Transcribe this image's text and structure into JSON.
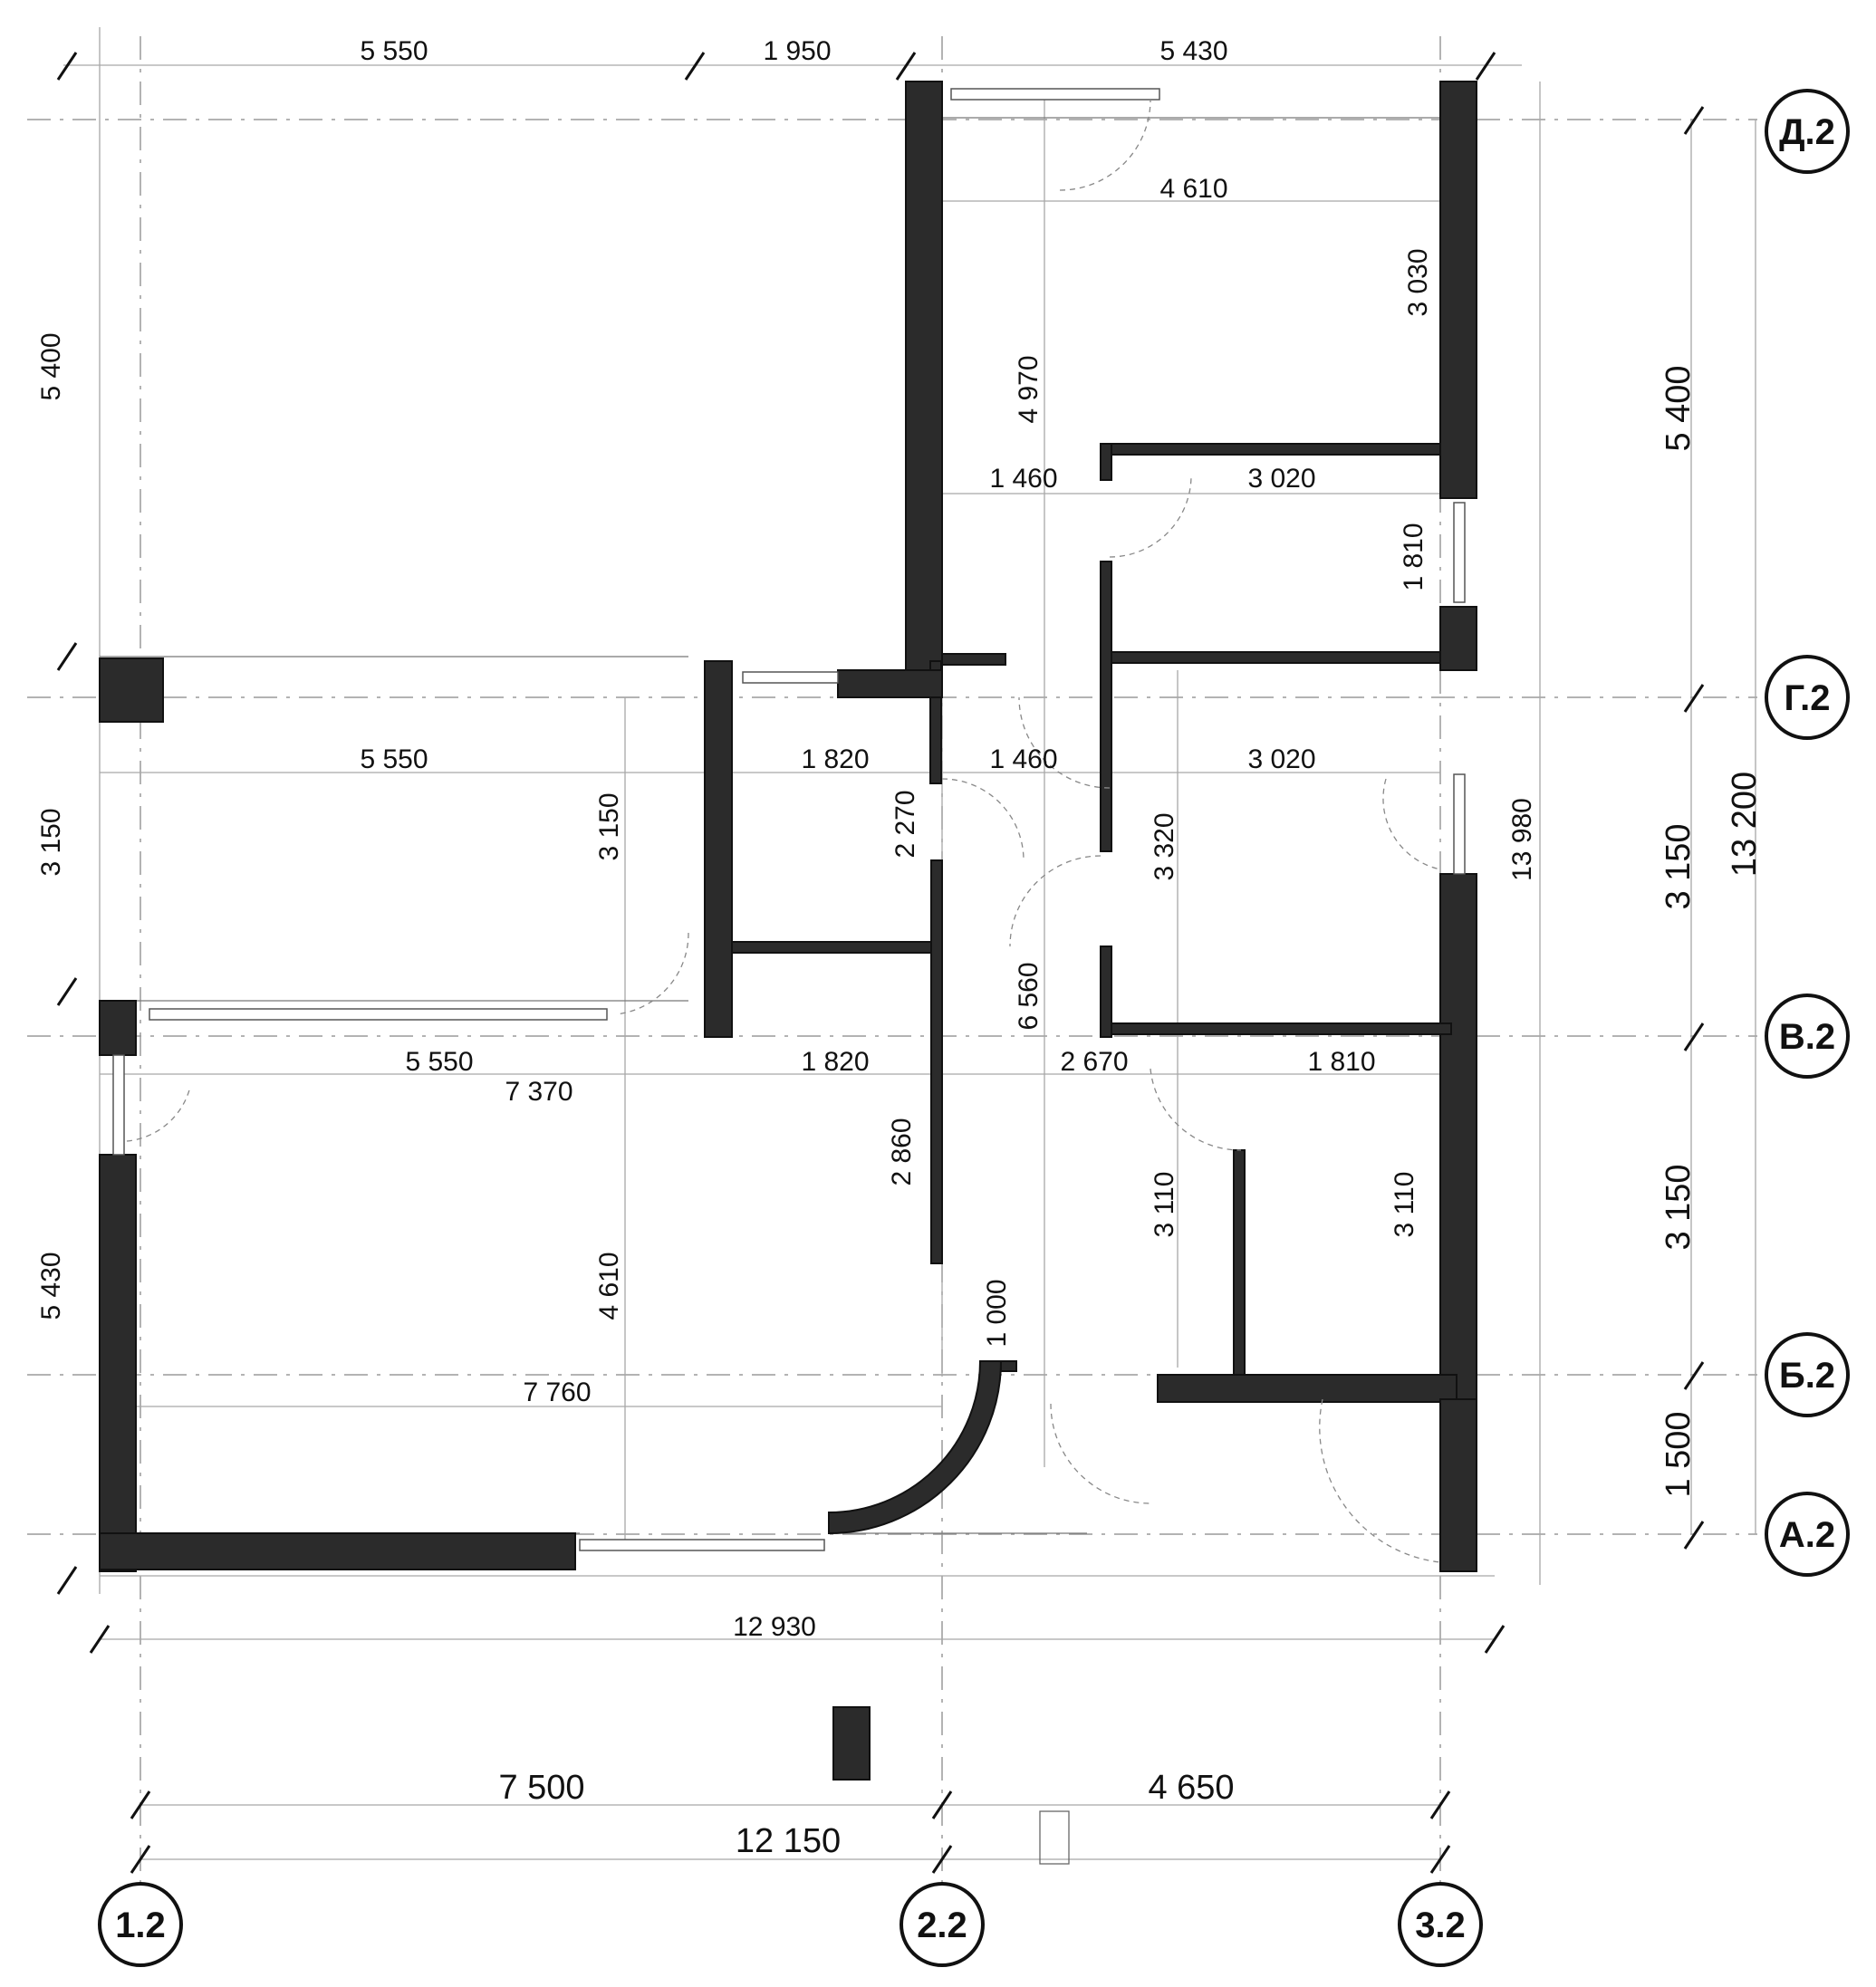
{
  "axes": {
    "rows": [
      "Д.2",
      "Г.2",
      "В.2",
      "Б.2",
      "А.2"
    ],
    "columns": [
      "1.2",
      "2.2",
      "3.2"
    ]
  },
  "dimensions": {
    "top_left": "5 550",
    "top_mid": "1 950",
    "top_right": "5 430",
    "d_4610": "4 610",
    "v_3030": "3 030",
    "v_4970": "4 970",
    "left_5400": "5 400",
    "right_5400": "5 400",
    "r_1460": "1 460",
    "r_3020": "3 020",
    "v_1810": "1 810",
    "g_5550": "5 550",
    "g_1820": "1 820",
    "g_1460": "1 460",
    "g_3020": "3 020",
    "left_3150": "3 150",
    "v_3150": "3 150",
    "v_2270": "2 270",
    "v_3320": "3 320",
    "v_13980": "13 980",
    "right_3150a": "3 150",
    "right_13200": "13 200",
    "v_6560": "6 560",
    "b_5550": "5 550",
    "b_1820": "1 820",
    "b_2670": "2 670",
    "b_1810": "1 810",
    "b_7370": "7 370",
    "v_2860": "2 860",
    "v_3110a": "3 110",
    "v_3110b": "3 110",
    "right_3150b": "3 150",
    "left_5430": "5 430",
    "v_4610": "4 610",
    "v_1000": "1 000",
    "b_7760": "7 760",
    "right_1500": "1 500",
    "bottom_12930": "12 930",
    "bottom_7500": "7 500",
    "bottom_4650": "4 650",
    "bottom_12150": "12 150"
  }
}
